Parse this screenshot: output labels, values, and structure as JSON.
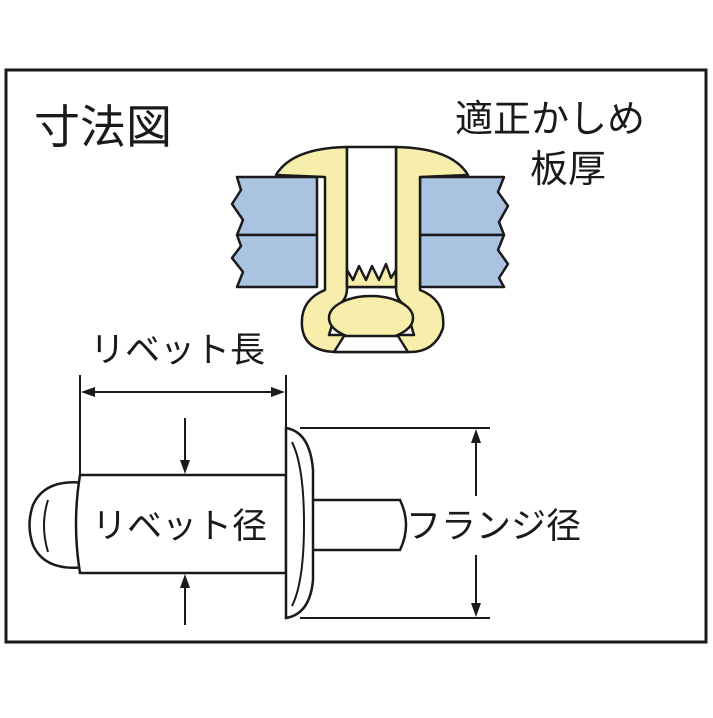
{
  "title": "寸法図",
  "labels": {
    "grip_range_line1": "適正かしめ",
    "grip_range_line2": "板厚",
    "rivet_length": "リベット長",
    "rivet_diameter": "リベット径",
    "flange_diameter": "フランジ径"
  },
  "colors": {
    "plate": "#a9c3e1",
    "rivet": "#f6eeaa",
    "line": "#1a1a1a",
    "background": "#ffffff"
  }
}
